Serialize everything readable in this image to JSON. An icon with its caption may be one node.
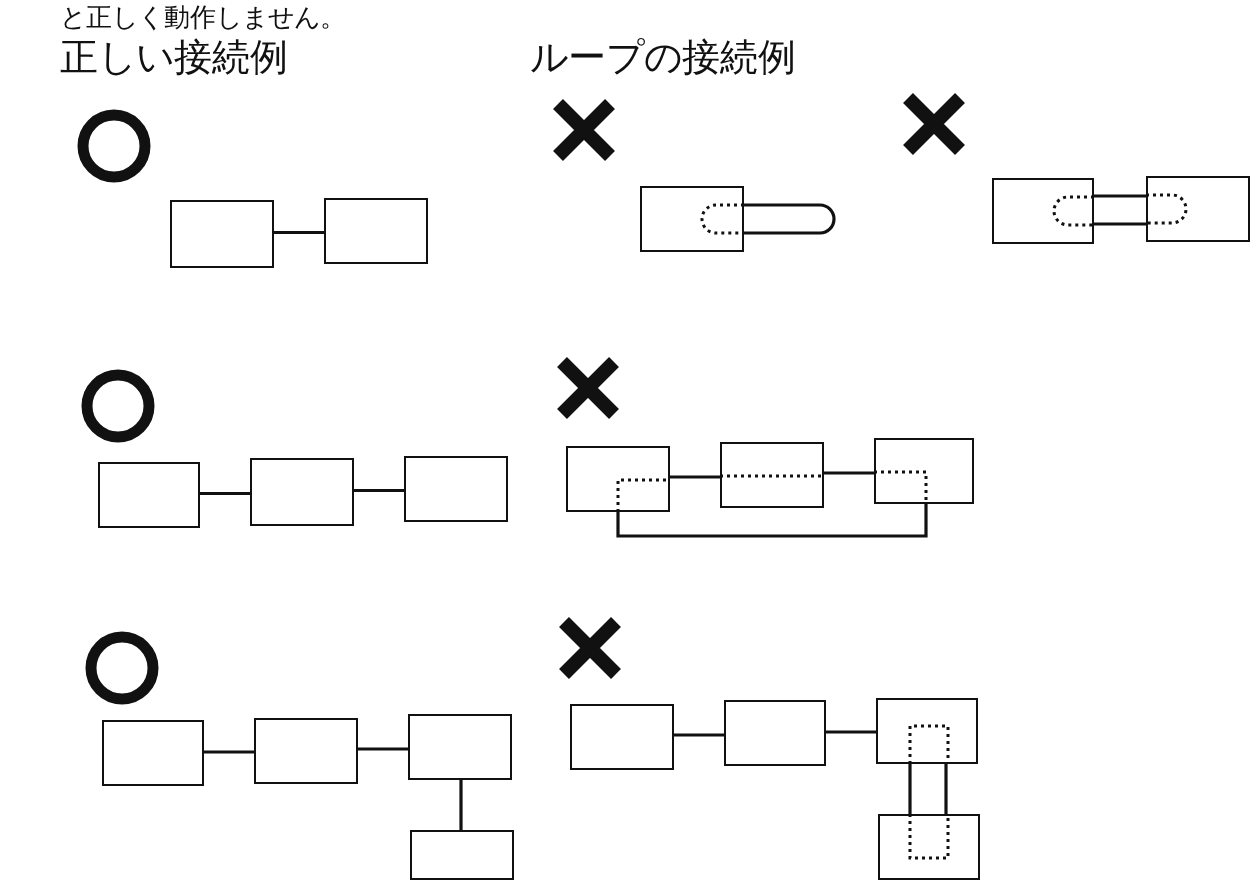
{
  "diagram": {
    "nodes": [
      {
        "text": [],
        "shape": "box"
      },
      {
        "text": [],
        "shape": "box"
      },
      {
        "text": [],
        "shape": "box"
      },
      {
        "text": [],
        "shape": "box"
      },
      {
        "text": [],
        "shape": "box"
      },
      {
        "text": [],
        "shape": "box"
      },
      {
        "text": [],
        "shape": "box"
      },
      {
        "text": [],
        "shape": "box"
      },
      {
        "text": [],
        "shape": "box"
      },
      {
        "text": [],
        "shape": "box"
      },
      {
        "text": [],
        "shape": "box"
      },
      {
        "text": [],
        "shape": "box"
      },
      {
        "text": [],
        "shape": "box"
      },
      {
        "text": [],
        "shape": "box"
      },
      {
        "text": [],
        "shape": "box"
      },
      {
        "text": [],
        "shape": "box"
      },
      {
        "text": [],
        "shape": "box"
      },
      {
        "text": [],
        "shape": "box"
      },
      {
        "text": [],
        "shape": "box"
      }
    ],
    "edges": [
      {
        "from": 0,
        "to": 1,
        "arrow": "none"
      },
      {
        "from": 2,
        "to": 2,
        "arrow": "none"
      },
      {
        "from": 3,
        "to": 4,
        "arrow": "none"
      },
      {
        "from": 3,
        "to": 4,
        "arrow": "none"
      },
      {
        "from": 5,
        "to": 6,
        "arrow": "none"
      },
      {
        "from": 6,
        "to": 7,
        "arrow": "none"
      },
      {
        "from": 8,
        "to": 9,
        "arrow": "none"
      },
      {
        "from": 9,
        "to": 10,
        "arrow": "none"
      },
      {
        "from": 8,
        "to": 10,
        "arrow": "none"
      },
      {
        "from": 11,
        "to": 12,
        "arrow": "none"
      },
      {
        "from": 12,
        "to": 13,
        "arrow": "none"
      },
      {
        "from": 13,
        "to": 14,
        "arrow": "none"
      },
      {
        "from": 15,
        "to": 16,
        "arrow": "none"
      },
      {
        "from": 16,
        "to": 17,
        "arrow": "none"
      },
      {
        "from": 17,
        "to": 18,
        "arrow": "none"
      },
      {
        "from": 17,
        "to": 18,
        "arrow": "none"
      }
    ],
    "labels": [
      "と正しく動作しません。",
      "正しい接続例",
      "ループの接続例"
    ]
  }
}
